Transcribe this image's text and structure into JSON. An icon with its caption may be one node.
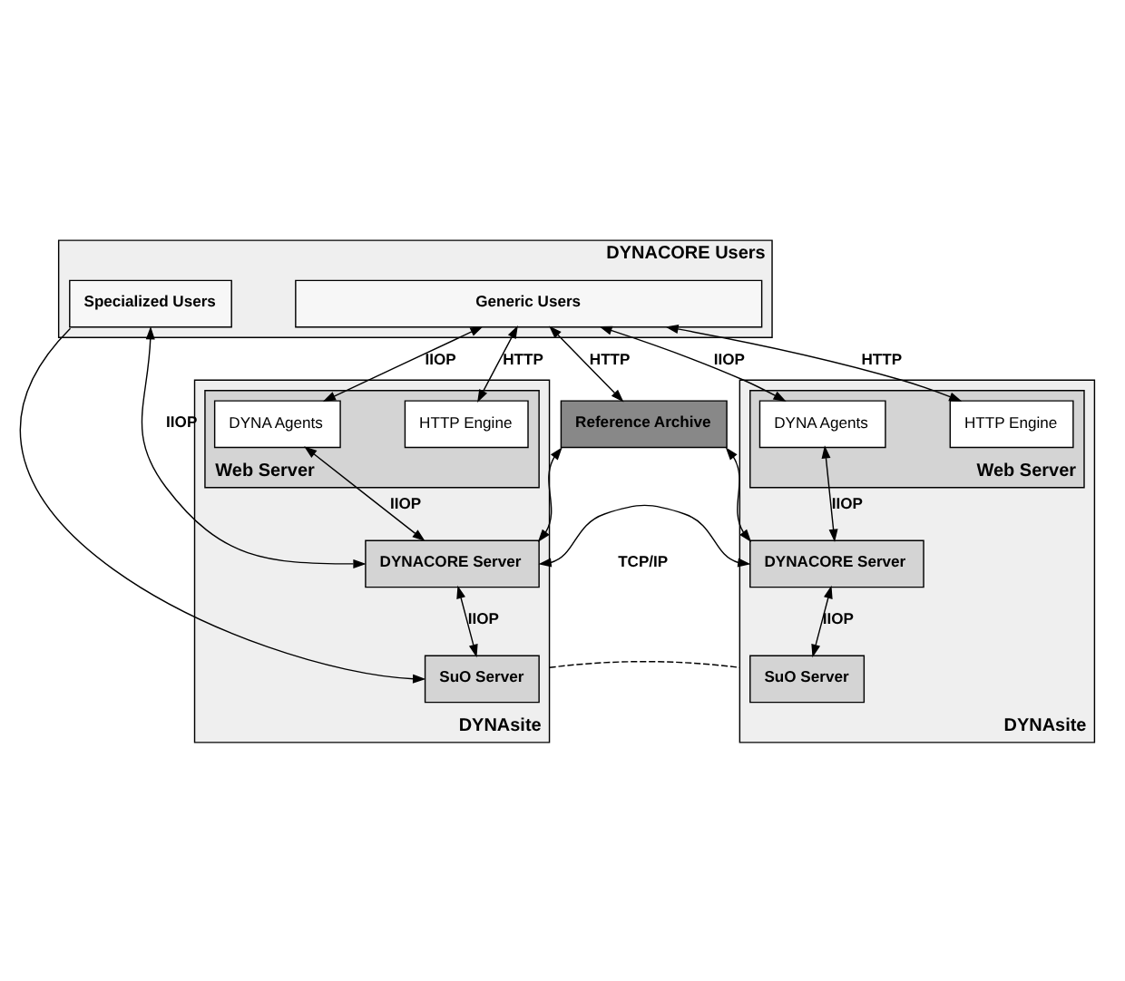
{
  "diagram": {
    "nodes": [
      {
        "text": [
          "DYNACORE Users"
        ]
      },
      {
        "text": [
          "Specialized Users"
        ],
        "in": 0
      },
      {
        "text": [
          "Generic Users"
        ],
        "in": 0
      },
      {
        "text": [
          "DYNAsite"
        ]
      },
      {
        "text": [
          "Web Server"
        ],
        "in": 3
      },
      {
        "text": [
          "HTTP Engine"
        ],
        "in": 4
      },
      {
        "text": [
          "DYNA Agents"
        ],
        "in": 4
      },
      {
        "text": [
          "DYNACORE Server"
        ],
        "in": 3
      },
      {
        "text": [
          "SuO Server"
        ],
        "in": 3
      },
      {
        "text": [
          "Reference Archive"
        ]
      },
      {
        "text": [
          "DYNAsite"
        ]
      },
      {
        "text": [
          "Web Server"
        ],
        "in": 10
      },
      {
        "text": [
          "HTTP Engine"
        ],
        "in": 11
      },
      {
        "text": [
          "DYNA Agents"
        ],
        "in": 11
      },
      {
        "text": [
          "DYNACORE Server"
        ],
        "in": 10
      },
      {
        "text": [
          "SuO Server"
        ],
        "in": 10
      }
    ],
    "edges": [
      {
        "from": 1,
        "to": 7,
        "arrow": "both",
        "label": "IIOP"
      },
      {
        "from": 1,
        "to": 8,
        "arrow": "to"
      },
      {
        "from": 2,
        "to": 5,
        "arrow": "both",
        "label": "HTTP"
      },
      {
        "from": 2,
        "to": 6,
        "arrow": "both",
        "label": "IIOP"
      },
      {
        "from": 2,
        "to": 9,
        "arrow": "both",
        "label": "HTTP"
      },
      {
        "from": 2,
        "to": 12,
        "arrow": "both",
        "label": "HTTP"
      },
      {
        "from": 2,
        "to": 13,
        "arrow": "both",
        "label": "IIOP"
      },
      {
        "from": 6,
        "to": 7,
        "arrow": "both",
        "label": "IIOP"
      },
      {
        "from": 7,
        "to": 8,
        "arrow": "both",
        "label": "IIOP"
      },
      {
        "from": 9,
        "to": 7,
        "arrow": "both"
      },
      {
        "from": 9,
        "to": 14,
        "arrow": "both"
      },
      {
        "from": 7,
        "to": 14,
        "arrow": "both"
      },
      {
        "from": 13,
        "to": 14,
        "arrow": "both",
        "label": "IIOP"
      },
      {
        "from": 14,
        "to": 15,
        "arrow": "both",
        "label": "IIOP"
      },
      {
        "from": 3,
        "to": 10,
        "arrow": "none",
        "style": "dashed"
      }
    ],
    "labels": [
      "TCP/IP"
    ]
  }
}
